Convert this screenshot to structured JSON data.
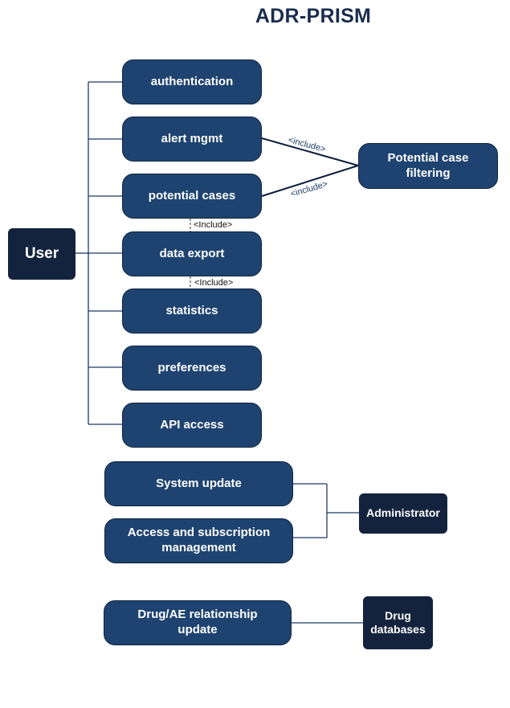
{
  "title": "ADR-PRISM",
  "actors": {
    "user": "User",
    "administrator": "Administrator",
    "drug_databases": "Drug databases"
  },
  "use_cases": {
    "authentication": "authentication",
    "alert_mgmt": "alert mgmt",
    "potential_cases": "potential cases",
    "data_export": "data export",
    "statistics": "statistics",
    "preferences": "preferences",
    "api_access": "API access",
    "potential_case_filtering": "Potential case filtering",
    "system_update": "System update",
    "access_subscription": "Access and subscription management",
    "drug_ae_update": "Drug/AE relationship update"
  },
  "relations": {
    "include_alert": "<include>",
    "include_cases": "<include>",
    "include_export": "<Include>",
    "include_stats": "<Include>"
  },
  "colors": {
    "use_case_fill": "#1e4370",
    "actor_fill": "#14233d",
    "title": "#1a2d4e"
  }
}
